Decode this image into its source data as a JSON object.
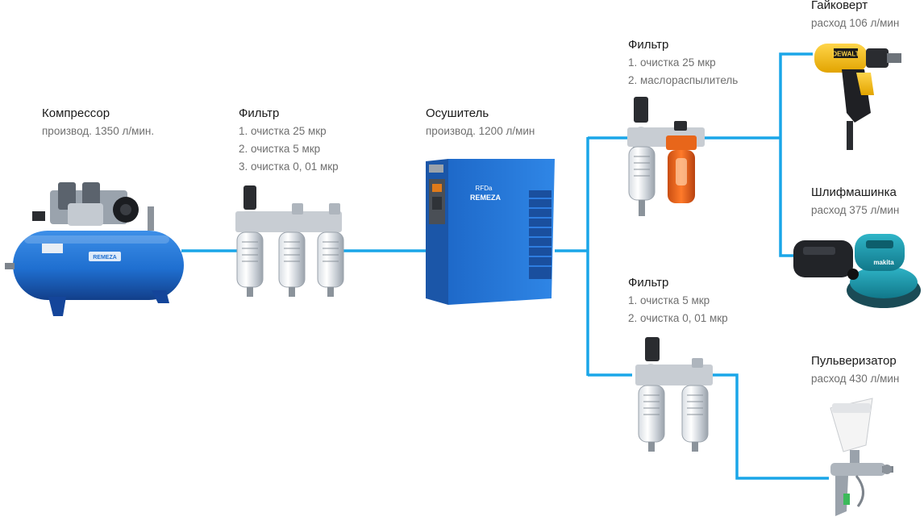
{
  "colors": {
    "pipe": "#1aa6e8",
    "equipment_blue": "#1f6fd0",
    "text_title": "#1a1a1a",
    "text_sub": "#6f6f6f"
  },
  "compressor": {
    "title": "Компрессор",
    "lines": [
      "производ. 1350 л/мин."
    ],
    "icon": "air-compressor-icon"
  },
  "filter_main": {
    "title": "Фильтр",
    "lines": [
      "1. очистка 25 мкр",
      "2. очистка 5 мкр",
      "3. очистка 0, 01 мкр"
    ],
    "icon": "triple-filter-icon"
  },
  "dryer": {
    "title": "Осушитель",
    "lines": [
      "производ. 1200 л/мин"
    ],
    "icon": "air-dryer-icon",
    "brand": "REMEZA",
    "model": "RFDa"
  },
  "filter_upper": {
    "title": "Фильтр",
    "lines": [
      "1. очистка 25 мкр",
      "2. маслораспылитель"
    ],
    "icon": "filter-lubricator-icon"
  },
  "filter_lower": {
    "title": "Фильтр",
    "lines": [
      "1. очистка 5 мкр",
      "2. очистка 0, 01 мкр"
    ],
    "icon": "double-filter-icon"
  },
  "wrench": {
    "title": "Гайковерт",
    "lines": [
      "расход 106 л/мин"
    ],
    "icon": "impact-wrench-icon",
    "brand": "DEWALT"
  },
  "sander": {
    "title": "Шлифмашинка",
    "lines": [
      "расход 375 л/мин"
    ],
    "icon": "orbital-sander-icon",
    "brand": "makita"
  },
  "sprayer": {
    "title": "Пульверизатор",
    "lines": [
      "расход 430 л/мин"
    ],
    "icon": "spray-gun-icon"
  }
}
